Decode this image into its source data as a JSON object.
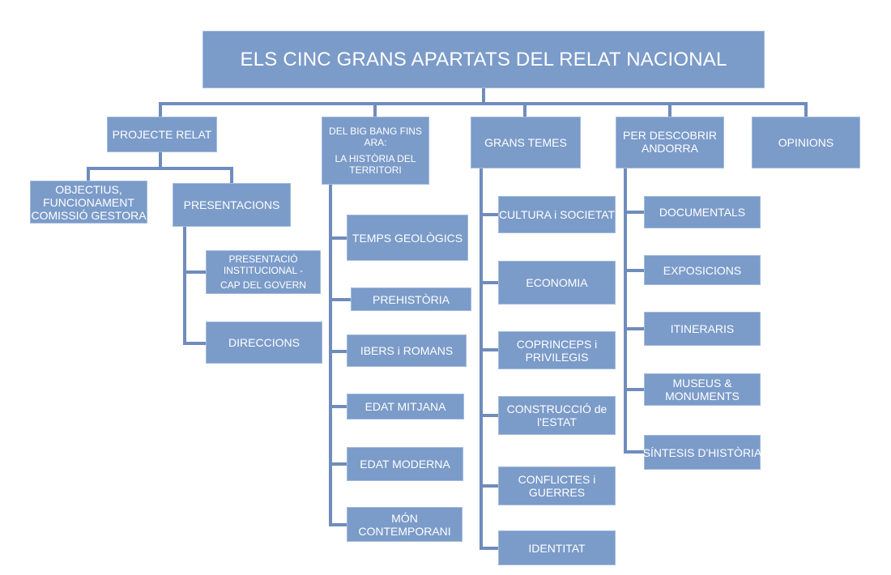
{
  "title": {
    "lines": [
      "ELS CINC GRANS APARTATS DEL RELAT NACIONAL"
    ]
  },
  "sections": [
    {
      "id": "projecte-relat",
      "lines": [
        "PROJECTE RELAT"
      ],
      "children": [
        {
          "id": "objectius",
          "lines": [
            "OBJECTIUS,",
            "FUNCIONAMENT",
            "COMISSIÓ GESTORA"
          ]
        },
        {
          "id": "presentacions",
          "lines": [
            "PRESENTACIONS"
          ],
          "children": [
            {
              "id": "presentacio-institucional",
              "lines": [
                "PRESENTACIÓ",
                "INSTITUCIONAL -",
                "CAP DEL GOVERN"
              ]
            },
            {
              "id": "direccions",
              "lines": [
                "DIRECCIONS"
              ]
            }
          ]
        }
      ]
    },
    {
      "id": "big-bang",
      "lines": [
        "DEL BIG BANG FINS",
        "ARA:",
        "LA HISTÒRIA DEL",
        "TERRITORI"
      ],
      "children": [
        {
          "id": "temps-geologics",
          "lines": [
            "TEMPS GEOLÒGICS"
          ]
        },
        {
          "id": "prehistoria",
          "lines": [
            "PREHISTÒRIA"
          ]
        },
        {
          "id": "ibers-romans",
          "lines": [
            "IBERS i ROMANS"
          ]
        },
        {
          "id": "edat-mitjana",
          "lines": [
            "EDAT MITJANA"
          ]
        },
        {
          "id": "edat-moderna",
          "lines": [
            "EDAT MODERNA"
          ]
        },
        {
          "id": "mon-contemporani",
          "lines": [
            "MÓN",
            "CONTEMPORANI"
          ]
        }
      ]
    },
    {
      "id": "grans-temes",
      "lines": [
        "GRANS TEMES"
      ],
      "children": [
        {
          "id": "cultura-societat",
          "lines": [
            "CULTURA i SOCIETAT"
          ]
        },
        {
          "id": "economia",
          "lines": [
            "ECONOMIA"
          ]
        },
        {
          "id": "coprinceps",
          "lines": [
            "COPRINCEPS i",
            "PRIVILEGIS"
          ]
        },
        {
          "id": "construccio-estat",
          "lines": [
            "CONSTRUCCIÓ de",
            "l'ESTAT"
          ]
        },
        {
          "id": "conflictes-guerres",
          "lines": [
            "CONFLICTES i",
            "GUERRES"
          ]
        },
        {
          "id": "identitat",
          "lines": [
            "IDENTITAT"
          ]
        }
      ]
    },
    {
      "id": "per-descobrir",
      "lines": [
        "PER DESCOBRIR",
        "ANDORRA"
      ],
      "children": [
        {
          "id": "documentals",
          "lines": [
            "DOCUMENTALS"
          ]
        },
        {
          "id": "exposicions",
          "lines": [
            "EXPOSICIONS"
          ]
        },
        {
          "id": "itineraris",
          "lines": [
            "ITINERARIS"
          ]
        },
        {
          "id": "museus-monuments",
          "lines": [
            "MUSEUS &",
            "MONUMENTS"
          ]
        },
        {
          "id": "sintesi-historia",
          "lines": [
            "SÍNTESIS D'HISTÒRIA"
          ]
        }
      ]
    },
    {
      "id": "opinions",
      "lines": [
        "OPINIONS"
      ]
    }
  ],
  "colors": {
    "box": "#7b9bc9",
    "box_border": "#a3bbdd",
    "connector": "#6f8cbc",
    "text": "#ffffff"
  }
}
